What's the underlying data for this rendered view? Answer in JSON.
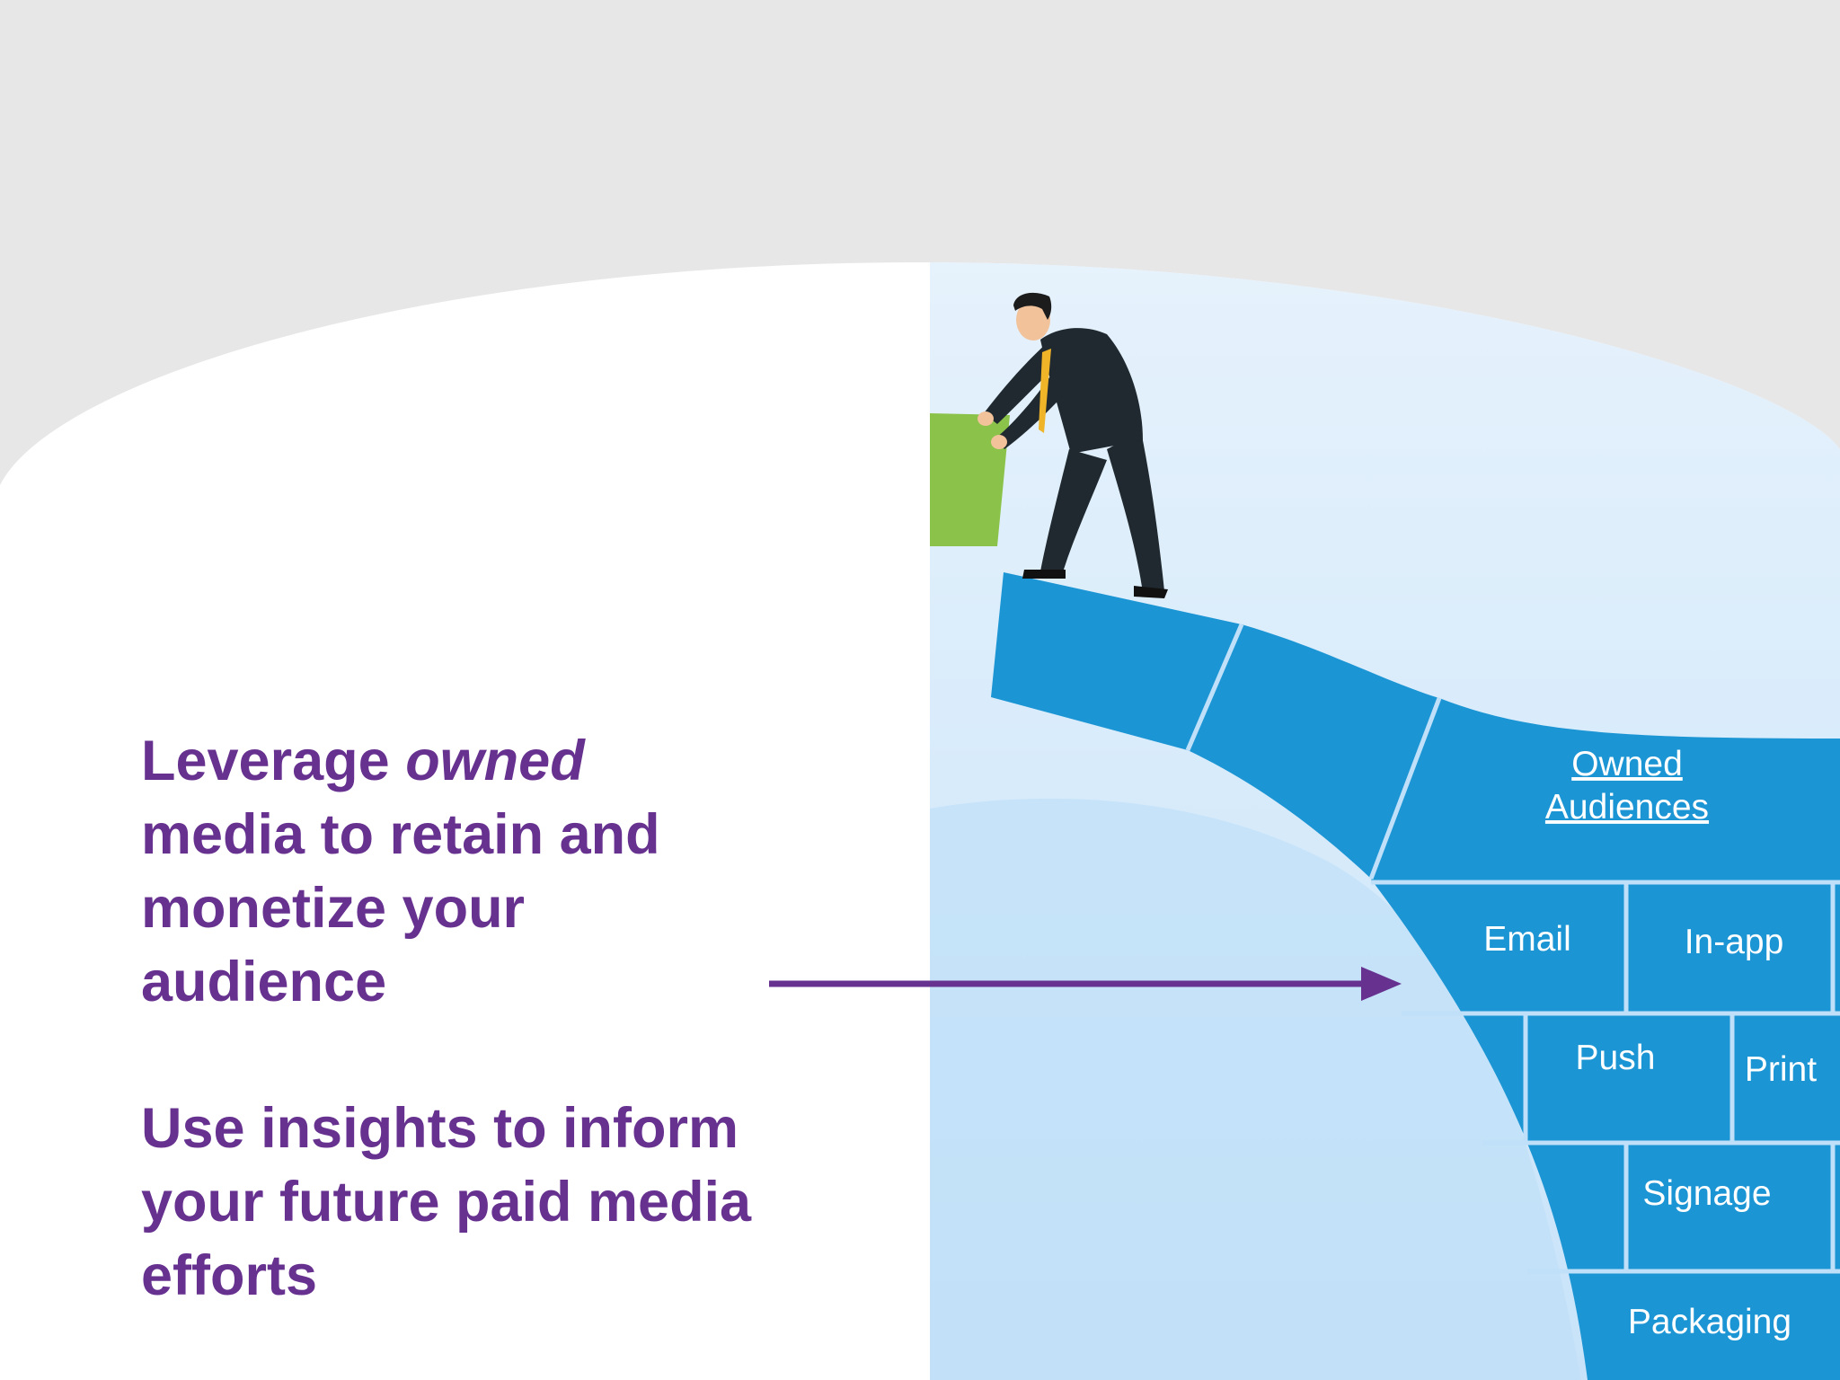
{
  "text": {
    "lead_prefix": "Leverage ",
    "lead_emphasis": "owned",
    "lead_rest": " media to retain and monetize your audience",
    "insight": "Use insights to inform your future paid media efforts"
  },
  "bridge": {
    "owned_line1": "Owned",
    "owned_line2": "Audiences",
    "channels": [
      "Email",
      "In-app",
      "Push",
      "Print",
      "Signage",
      "Packaging"
    ]
  },
  "colors": {
    "text_purple": "#66318f",
    "arrow_purple": "#66318f",
    "brick_blue": "#1b95d4",
    "sky_light_blue": "#e4f1fc",
    "background_gray": "#e7e7e7",
    "block_green": "#8bc34a"
  },
  "icons": {
    "figure": "businessman-pushing-block-icon",
    "arrow": "right-arrow-icon"
  }
}
